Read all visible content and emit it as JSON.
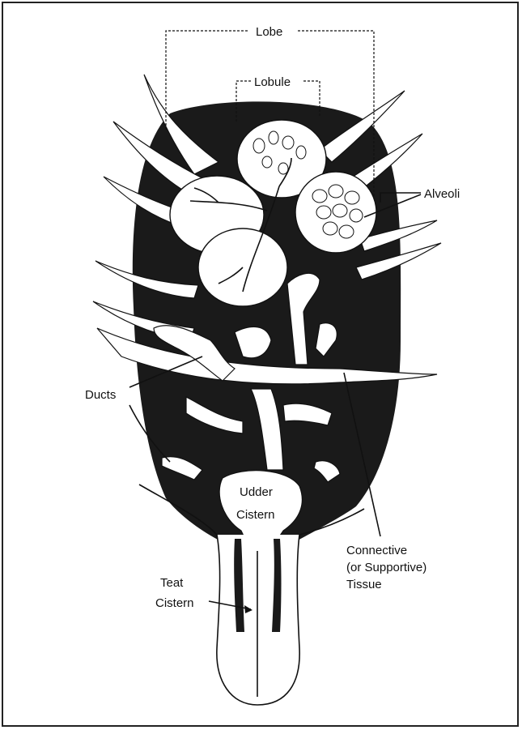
{
  "diagram": {
    "labels": {
      "lobe": "Lobe",
      "lobule": "Lobule",
      "alveoli": "Alveoli",
      "ducts": "Ducts",
      "udder_cistern_line1": "Udder",
      "udder_cistern_line2": "Cistern",
      "connective_line1": "Connective",
      "connective_line2": "(or Supportive)",
      "connective_line3": "Tissue",
      "teat_cistern_line1": "Teat",
      "teat_cistern_line2": "Cistern"
    },
    "colors": {
      "ink": "#1a1a1a",
      "paper": "#ffffff",
      "frame": "#222222"
    }
  }
}
